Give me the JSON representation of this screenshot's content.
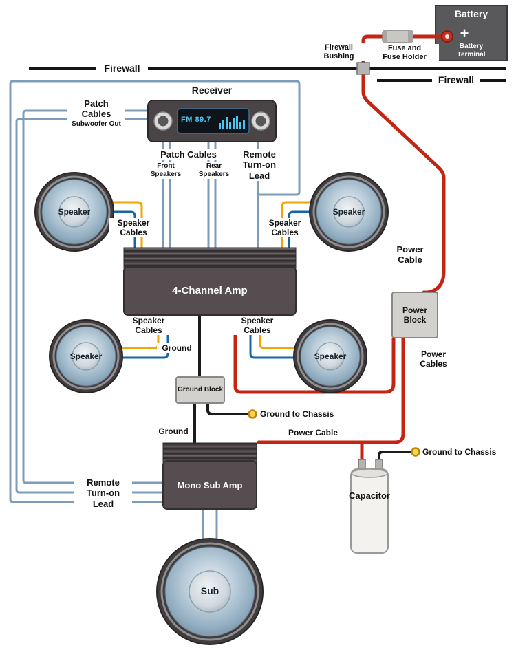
{
  "battery": {
    "label": "Battery",
    "plus": "+",
    "terminal": "Battery\nTerminal"
  },
  "fuse": {
    "label": "Fuse and\nFuse Holder"
  },
  "firewall": {
    "bushing": "Firewall\nBushing",
    "left": "Firewall",
    "right": "Firewall"
  },
  "receiver": {
    "label": "Receiver",
    "display": "FM 89.7"
  },
  "patch_left": {
    "title": "Patch\nCables",
    "subtitle": "Subwoofer Out"
  },
  "patch_center": {
    "title": "Patch Cables",
    "front": "Front\nSpeakers",
    "rear": "Rear\nSpeakers"
  },
  "remote": {
    "top": "Remote\nTurn-on\nLead",
    "bottom": "Remote\nTurn-on\nLead"
  },
  "speaker_cables": {
    "front_left": "Speaker\nCables",
    "front_right": "Speaker\nCables",
    "rear_left": "Speaker\nCables",
    "rear_right": "Speaker\nCables"
  },
  "speakers": {
    "front_left": "Speaker",
    "front_right": "Speaker",
    "rear_left": "Speaker",
    "rear_right": "Speaker",
    "sub": "Sub"
  },
  "amps": {
    "four_channel": "4-Channel Amp",
    "mono_sub": "Mono Sub Amp"
  },
  "power": {
    "cable": "Power\nCable",
    "block": "Power\nBlock",
    "cables": "Power\nCables",
    "sub_cable": "Power Cable"
  },
  "ground": {
    "top": "Ground",
    "block": "Ground Block",
    "bottom": "Ground",
    "chassis_amp": "Ground to Chassis",
    "chassis_cap": "Ground to Chassis"
  },
  "capacitor": {
    "label": "Capacitor"
  },
  "colors": {
    "power_cable": "#c32413",
    "ground_wire": "#1a1a1a",
    "signal_wire": "#7d9cb8",
    "speaker_wire_pos": "#f0a500",
    "speaker_wire_neg": "#1565a8",
    "firewall_line": "#151515"
  }
}
